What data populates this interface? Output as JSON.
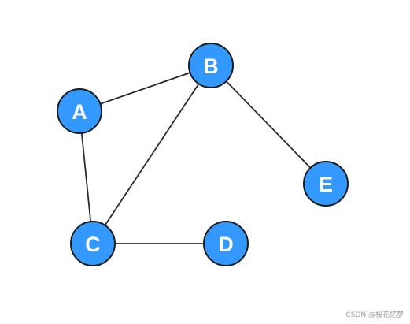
{
  "graph": {
    "node_fill": "#3399FF",
    "node_stroke": "#1b1b1b",
    "edge_color": "#2b2b2b",
    "label_color": "#ffffff",
    "nodes": [
      {
        "id": "A",
        "label": "A"
      },
      {
        "id": "B",
        "label": "B"
      },
      {
        "id": "C",
        "label": "C"
      },
      {
        "id": "D",
        "label": "D"
      },
      {
        "id": "E",
        "label": "E"
      }
    ],
    "edges": [
      {
        "from": "A",
        "to": "B"
      },
      {
        "from": "A",
        "to": "C"
      },
      {
        "from": "B",
        "to": "C"
      },
      {
        "from": "B",
        "to": "E"
      },
      {
        "from": "C",
        "to": "D"
      }
    ]
  },
  "watermark": {
    "text": "CSDN @桜花忆梦"
  }
}
